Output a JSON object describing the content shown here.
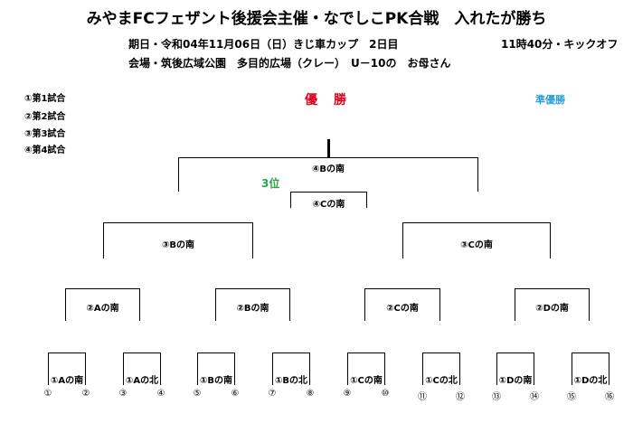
{
  "header": {
    "title": "みやまFCフェザント後援会主催・なでしこPK合戦　入れたが勝ち",
    "date_line": "期日・令和04年11月06日（日）きじ車カップ　2日目",
    "kickoff": "11時40分・キックオフ",
    "venue_line": "会場・筑後広域公園　多目的広場（クレー）　U－10の　お母さん"
  },
  "legend": [
    "①第1試合",
    "②第2試合",
    "③第3試合",
    "④第4試合"
  ],
  "results": {
    "winner_label": "優　勝",
    "runner_up_label": "準優勝",
    "third_label": "3位"
  },
  "bracket": {
    "final": "④Bの南",
    "third_place": "④Cの南",
    "semis": [
      "③Bの南",
      "③Cの南"
    ],
    "quarters": [
      "②Aの南",
      "②Bの南",
      "②Cの南",
      "②Dの南"
    ],
    "round1": [
      "①Aの南",
      "①Aの北",
      "①Bの南",
      "①Bの北",
      "①Cの南",
      "①Cの北",
      "①Dの南",
      "①Dの北"
    ],
    "seeds": [
      "①",
      "②",
      "③",
      "④",
      "⑤",
      "⑥",
      "⑦",
      "⑧",
      "⑨",
      "⑩",
      "⑪",
      "⑫",
      "⑬",
      "⑭",
      "⑮",
      "⑯"
    ]
  }
}
